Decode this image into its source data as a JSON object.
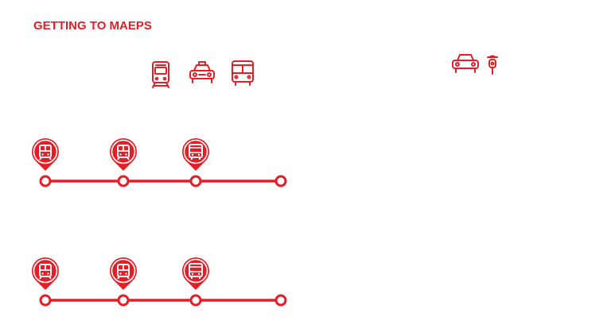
{
  "header": {
    "title": "GETTING TO MAEPS"
  },
  "transport_icons_left": [
    "train-icon",
    "taxi-icon",
    "bus-icon"
  ],
  "transport_icons_right": [
    "car-icon",
    "motorcycle-icon"
  ],
  "routes": [
    {
      "markers": [
        "train-icon",
        "train-icon",
        "bus-icon"
      ],
      "stops": 4
    },
    {
      "markers": [
        "train-icon",
        "train-icon",
        "bus-icon"
      ],
      "stops": 4
    }
  ],
  "colors": {
    "accent": "#e41e26",
    "background": "#ffffff"
  }
}
